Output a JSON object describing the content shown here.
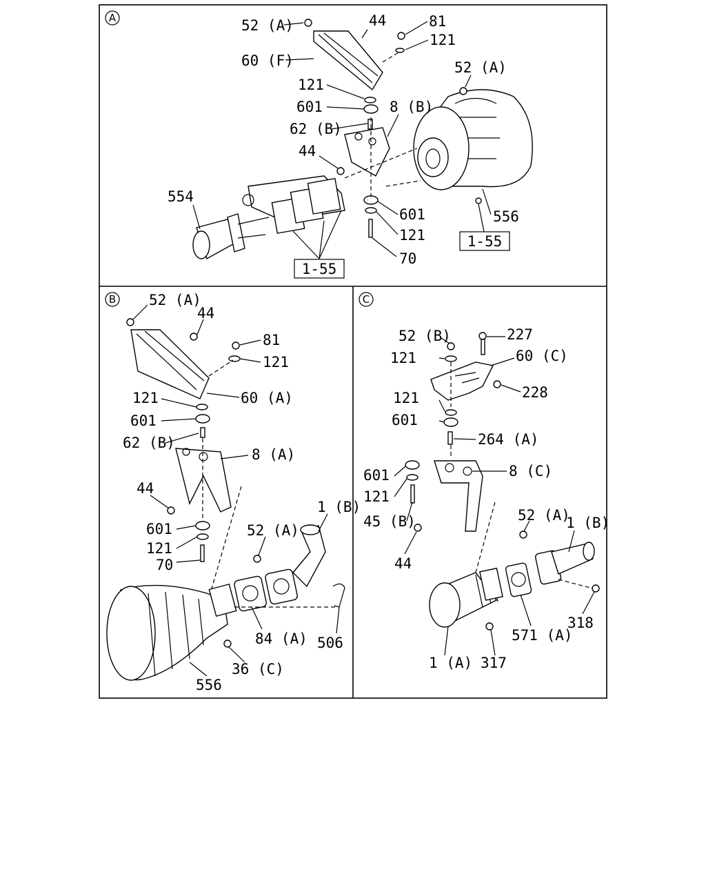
{
  "panels": [
    {
      "marker": "A",
      "refs": [
        "1-55",
        "1-55"
      ]
    },
    {
      "marker": "B"
    },
    {
      "marker": "C"
    }
  ],
  "callouts_a": [
    "52 (A)",
    "44",
    "81",
    "121",
    "60 (F)",
    "52 (A)",
    "121",
    "601",
    "8 (B)",
    "62 (B)",
    "44",
    "554",
    "601",
    "556",
    "121",
    "70"
  ],
  "callouts_b": [
    "52 (A)",
    "44",
    "81",
    "121",
    "121",
    "60 (A)",
    "601",
    "62 (B)",
    "8 (A)",
    "44",
    "1 (B)",
    "601",
    "52 (A)",
    "121",
    "70",
    "84 (A)",
    "506",
    "36 (C)",
    "556"
  ],
  "callouts_c": [
    "227",
    "52 (B)",
    "60 (C)",
    "121",
    "228",
    "121",
    "601",
    "264 (A)",
    "8 (C)",
    "601",
    "121",
    "52 (A)",
    "45 (B)",
    "1 (B)",
    "44",
    "318",
    "571 (A)",
    "1 (A)",
    "317"
  ]
}
